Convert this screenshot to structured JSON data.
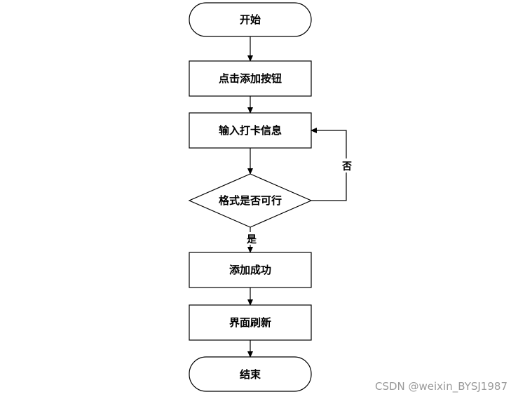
{
  "flowchart": {
    "nodes": {
      "start": "开始",
      "click_add": "点击添加按钮",
      "input_info": "输入打卡信息",
      "check_format": "格式是否可行",
      "add_success": "添加成功",
      "refresh": "界面刷新",
      "end": "结束"
    },
    "edges": {
      "no_label": "否",
      "yes_label": "是"
    }
  },
  "watermark": "CSDN @weixin_BYSJ1987"
}
